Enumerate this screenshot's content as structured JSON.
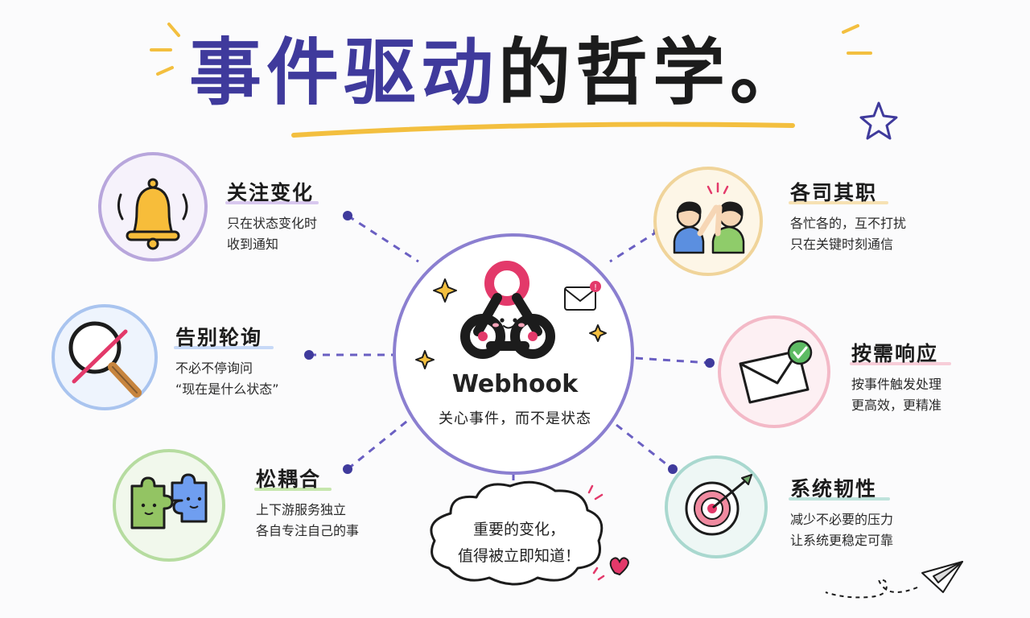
{
  "title": {
    "part1": "事件驱动",
    "part2": "的哲学。"
  },
  "center": {
    "name": "Webhook",
    "subtitle": "关心事件，而不是状态"
  },
  "nodes": [
    {
      "title": "关注变化",
      "desc": "只在状态变化时\n收到通知",
      "icon": "bell-icon",
      "color": "#b8a6dc"
    },
    {
      "title": "告别轮询",
      "desc": "不必不停询问\n“现在是什么状态”",
      "icon": "magnifier-crossed-icon",
      "color": "#a9c4ef"
    },
    {
      "title": "松耦合",
      "desc": "上下游服务独立\n各自专注自己的事",
      "icon": "puzzle-pieces-icon",
      "color": "#b6dca0"
    },
    {
      "title": "各司其职",
      "desc": "各忙各的，互不打扰\n只在关键时刻通信",
      "icon": "high-five-people-icon",
      "color": "#f0d49a"
    },
    {
      "title": "按需响应",
      "desc": "按事件触发处理\n更高效，更精准",
      "icon": "envelope-check-icon",
      "color": "#f3b9c7"
    },
    {
      "title": "系统韧性",
      "desc": "减少不必要的压力\n让系统更稳定可靠",
      "icon": "target-arrow-icon",
      "color": "#a9d8cf"
    }
  ],
  "cloud": {
    "text": "重要的变化，\n值得被立即知道！"
  },
  "colors": {
    "title_purple": "#3f3a9c",
    "underline_yellow": "#f3bf3f",
    "center_ring": "#8b7fd0",
    "connector": "#6a5fc2",
    "webhook_pink": "#e3396a"
  }
}
